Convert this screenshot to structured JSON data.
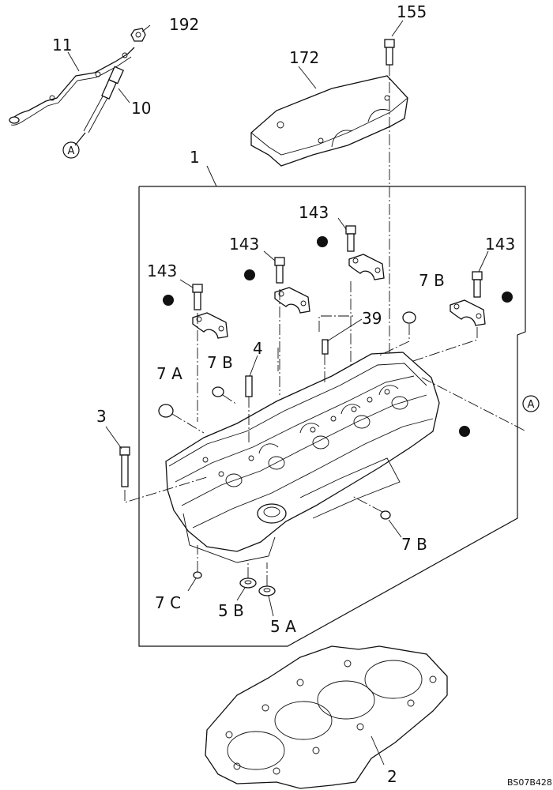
{
  "labels": {
    "p1": "1",
    "p2": "2",
    "p3": "3",
    "p4": "4",
    "p5a": "5 A",
    "p5b": "5 B",
    "p7a": "7 A",
    "p7b_left": "7 B",
    "p7b_right": "7 B",
    "p7b_bottom": "7 B",
    "p7c": "7 C",
    "p10": "10",
    "p11": "11",
    "p39": "39",
    "p143_a": "143",
    "p143_b": "143",
    "p143_c": "143",
    "p143_d": "143",
    "p155": "155",
    "p172": "172",
    "p192": "192"
  },
  "connectors": {
    "a_top": "A",
    "a_right": "A"
  },
  "reference_code": "BS07B428"
}
